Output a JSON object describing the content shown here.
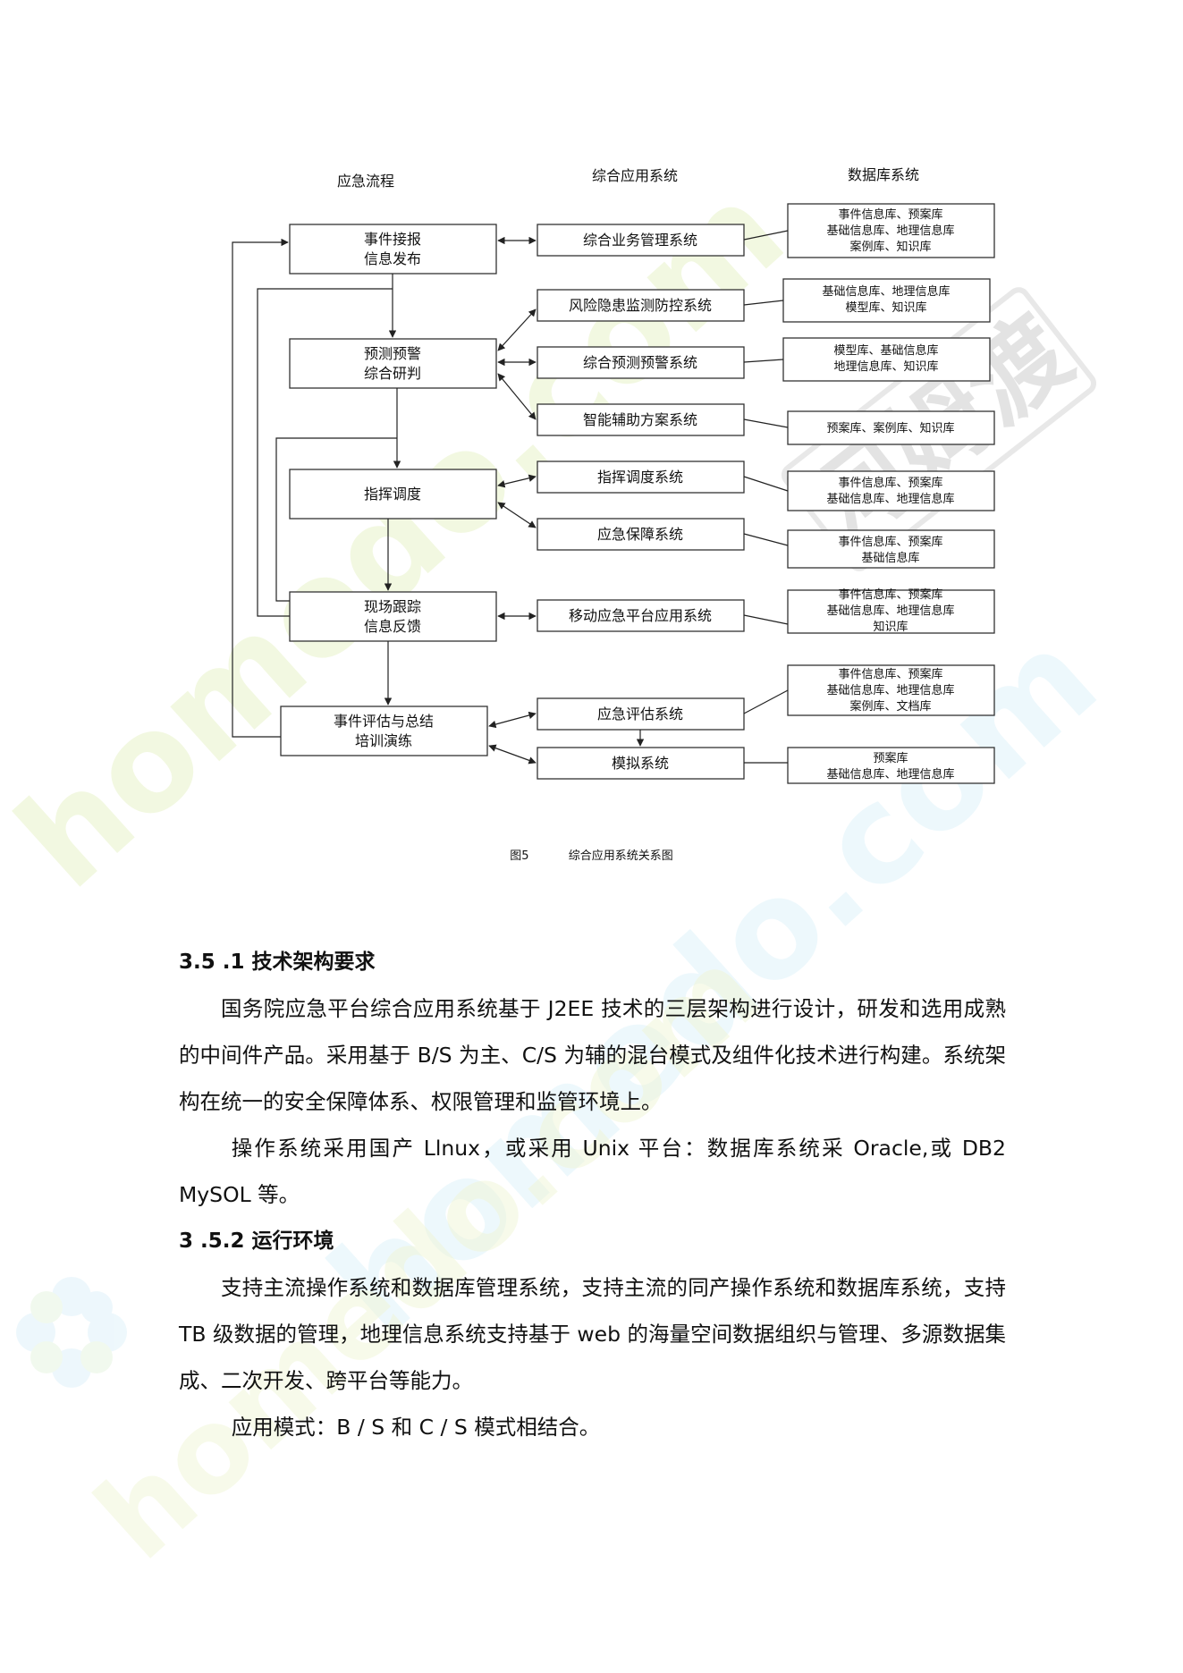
{
  "watermark": {
    "brand": "homedo.com",
    "cn": "河姆渡"
  },
  "diagram": {
    "headers": {
      "flow": "应急流程",
      "app": "综合应用系统",
      "db": "数据库系统"
    },
    "flow_steps": [
      {
        "line1": "事件接报",
        "line2": "信息发布"
      },
      {
        "line1": "预测预警",
        "line2": "综合研判"
      },
      {
        "line1": "指挥调度",
        "line2": ""
      },
      {
        "line1": "现场跟踪",
        "line2": "信息反馈"
      },
      {
        "line1": "事件评估与总结",
        "line2": "培训演练"
      }
    ],
    "systems": [
      "综合业务管理系统",
      "风险隐患监测防控系统",
      "综合预测预警系统",
      "智能辅助方案系统",
      "指挥调度系统",
      "应急保障系统",
      "移动应急平台应用系统",
      "应急评估系统",
      "模拟系统"
    ],
    "databases": [
      [
        "事件信息库、预案库",
        "基础信息库、地理信息库",
        "案例库、知识库"
      ],
      [
        "基础信息库、地理信息库",
        "模型库、知识库"
      ],
      [
        "模型库、基础信息库",
        "地理信息库、知识库"
      ],
      [
        "预案库、案例库、知识库"
      ],
      [
        "事件信息库、预案库",
        "基础信息库、地理信息库"
      ],
      [
        "事件信息库、预案库",
        "基础信息库"
      ],
      [
        "事件信息库、预案库",
        "基础信息库、地理信息库",
        "知识库"
      ],
      [
        "事件信息库、预案库",
        "基础信息库、地理信息库",
        "案例库、文档库"
      ],
      [
        "预案库",
        "基础信息库、地理信息库"
      ]
    ]
  },
  "caption": {
    "fig": "图5",
    "title": "综合应用系统关系图"
  },
  "sections": [
    {
      "heading": "3.5 .1 技术架构要求",
      "paragraphs": [
        "国务院应急平台综合应用系统基于 J2EE 技术的三层架构进行设计，研发和选用成熟的中间件产品。采用基于 B/S 为主、C/S 为辅的混台模式及组件化技术进行构建。系统架构在统一的安全保障体系、权限管理和监管环境上。",
        "操作系统采用国产 Llnux，或采用 Unix 平台：数据库系统采 Oracle,或 DB2 MySOL 等。"
      ]
    },
    {
      "heading": "3 .5.2 运行环境",
      "paragraphs": [
        "支持主流操作系统和数据库管理系统，支持主流的同产操作系统和数据库系统，支持 TB 级数据的管理，地理信息系统支持基于 web 的海量空间数据组织与管理、多源数据集成、二次开发、跨平台等能力。",
        "应用模式：B / S 和 C / S 模式相结合。"
      ]
    }
  ]
}
